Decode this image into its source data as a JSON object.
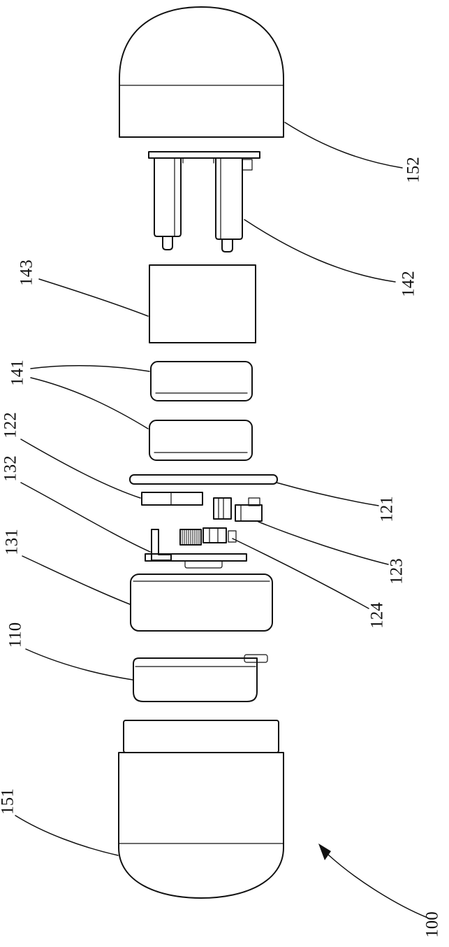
{
  "figure": {
    "background": "#ffffff",
    "line_color": "#111111",
    "labels": {
      "l100": "100",
      "l110": "110",
      "l121": "121",
      "l122": "122",
      "l123": "123",
      "l124": "124",
      "l131": "131",
      "l132": "132",
      "l141": "141",
      "l142": "142",
      "l143": "143",
      "l151": "151",
      "l152": "152"
    }
  }
}
